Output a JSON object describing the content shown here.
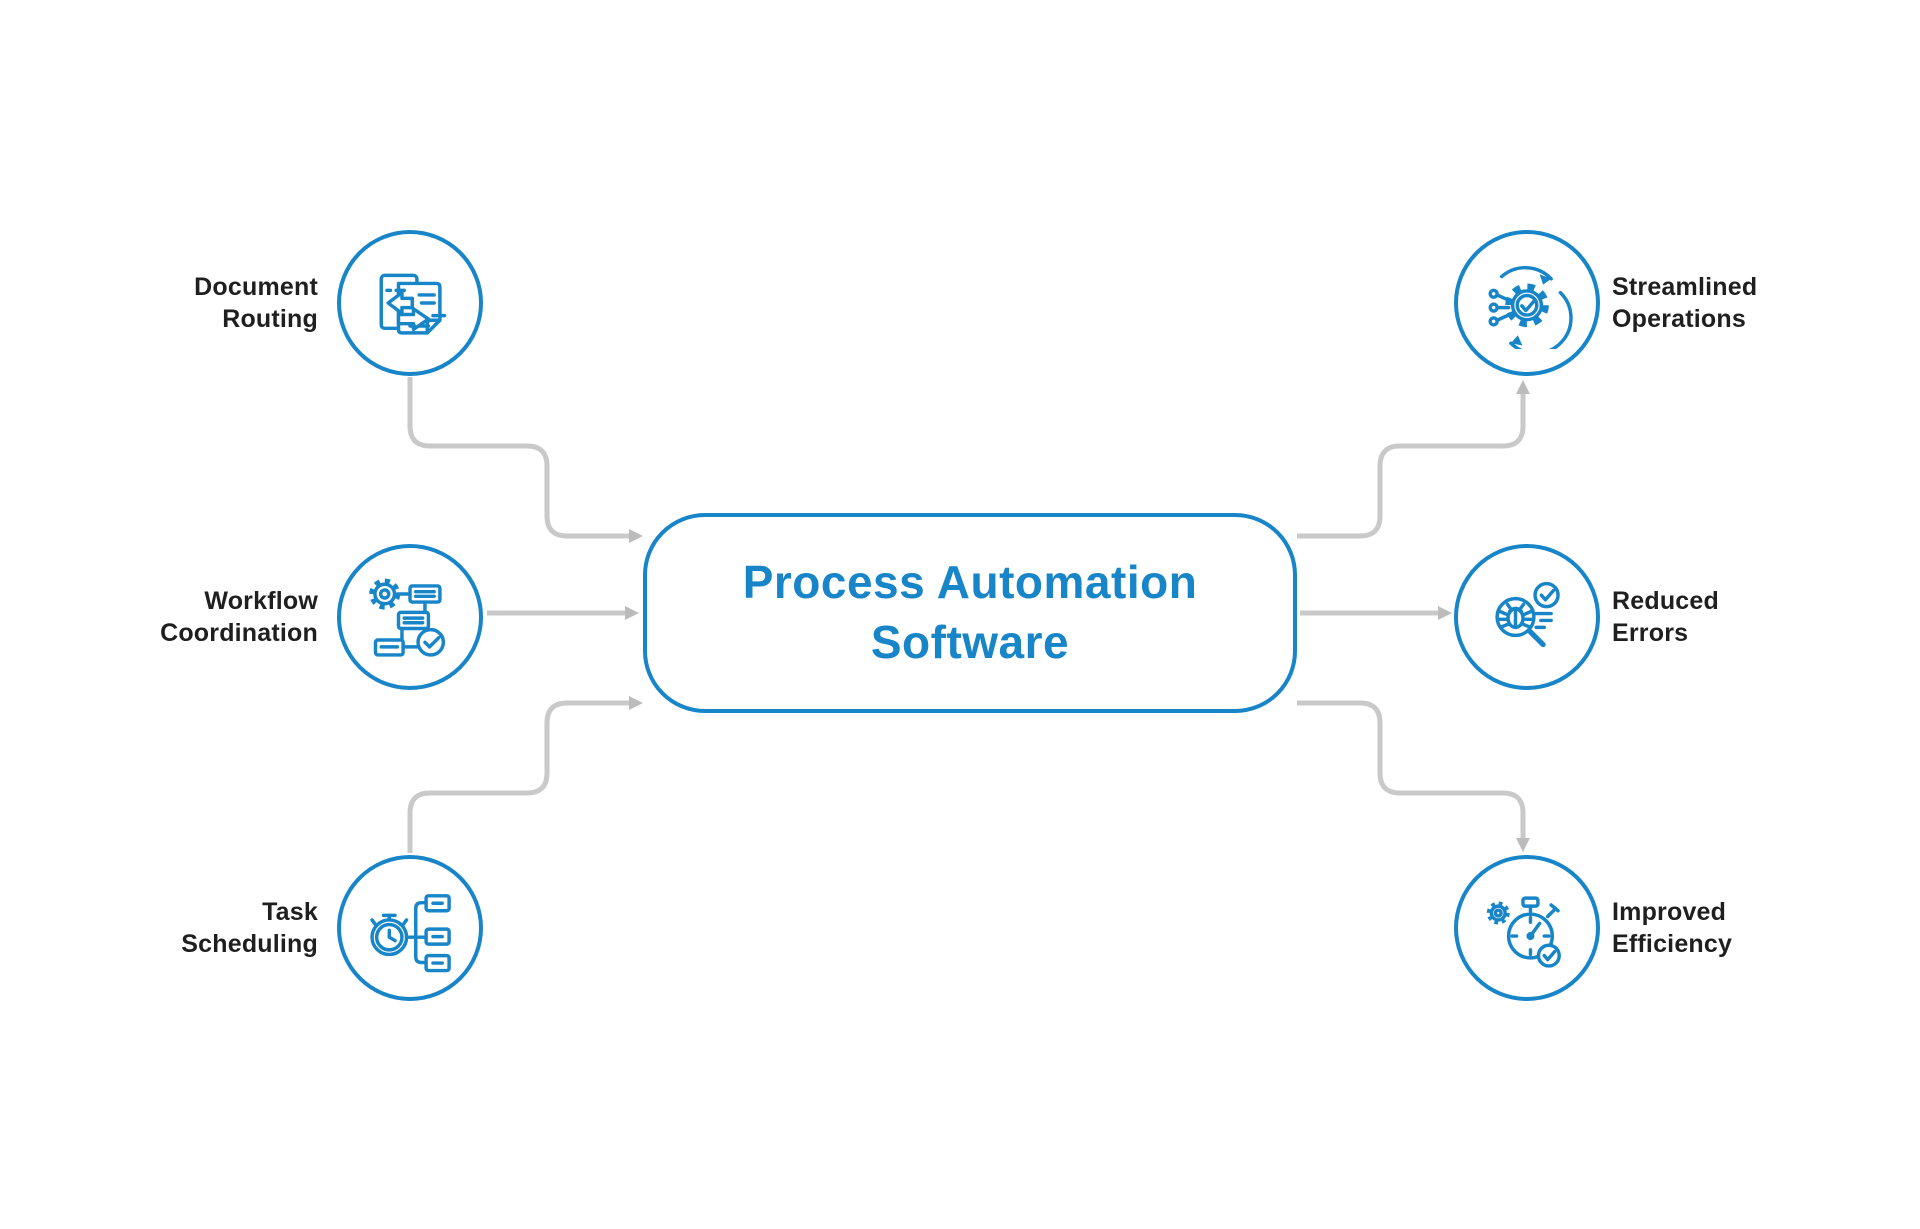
{
  "title": "Process Automation Software",
  "colors": {
    "accent_blue": "#1785c8",
    "label_text": "#1f1f1f",
    "connector_gray": "#c9c9c9",
    "arrowhead_gray": "#bcbcbc",
    "background": "#ffffff"
  },
  "center": {
    "label": "Process Automation Software"
  },
  "inputs": [
    {
      "label": "Document\nRouting",
      "icon": "document-routing-icon"
    },
    {
      "label": "Workflow\nCoordination",
      "icon": "workflow-coordination-icon"
    },
    {
      "label": "Task\nScheduling",
      "icon": "task-scheduling-icon"
    }
  ],
  "outputs": [
    {
      "label": "Streamlined\nOperations",
      "icon": "streamlined-operations-icon"
    },
    {
      "label": "Reduced\nErrors",
      "icon": "reduced-errors-icon"
    },
    {
      "label": "Improved\nEfficiency",
      "icon": "improved-efficiency-icon"
    }
  ]
}
